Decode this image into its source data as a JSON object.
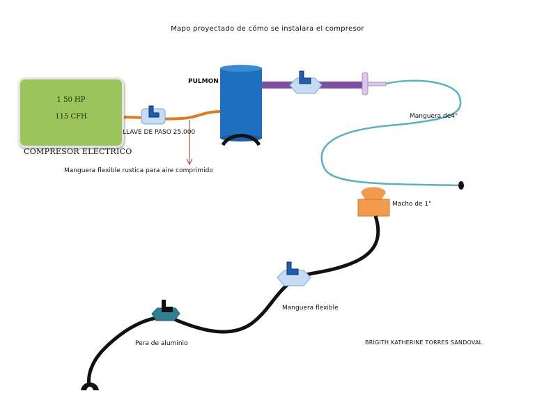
{
  "title": "Mapo proyectado de cómo se instalara el compresor",
  "compressor": {
    "line1": "1 50 HP",
    "line2": "115 CFH",
    "label": "COMPRESOR ELECTRICO"
  },
  "labels": {
    "llave_de_paso": "LLAVE DE PASO 25.000",
    "manguera_rustica": "Manguera flexible rustica para aire comprimido",
    "pulmon": "PULMON",
    "manguera_4": "Manguera de4\"",
    "macho": "Macho de 1\"",
    "manguera_flexible": "Manguera flexible",
    "pera": "Pera de aluminio"
  },
  "author": "BRIGITH KATHERINE TORRES SANDOVAL",
  "colors": {
    "compressor_fill": "#9bc45a",
    "orange_hose": "#e07a1e",
    "tank_blue": "#1f6fc0",
    "purple_pipe": "#7a4fa3",
    "teal_hose": "#58b0c8",
    "black_hose": "#111111",
    "valve_light_blue": "#c6dcf4",
    "valve_handle_blue": "#1f5fb0",
    "coupling_orange": "#f39a4c",
    "pera_teal": "#2f7f8f",
    "arrow_red": "#a03a2a"
  },
  "icons": [
    "valve-icon",
    "tank-icon",
    "coupling-icon",
    "nozzle-icon",
    "pera-icon",
    "hose-end-icon"
  ]
}
